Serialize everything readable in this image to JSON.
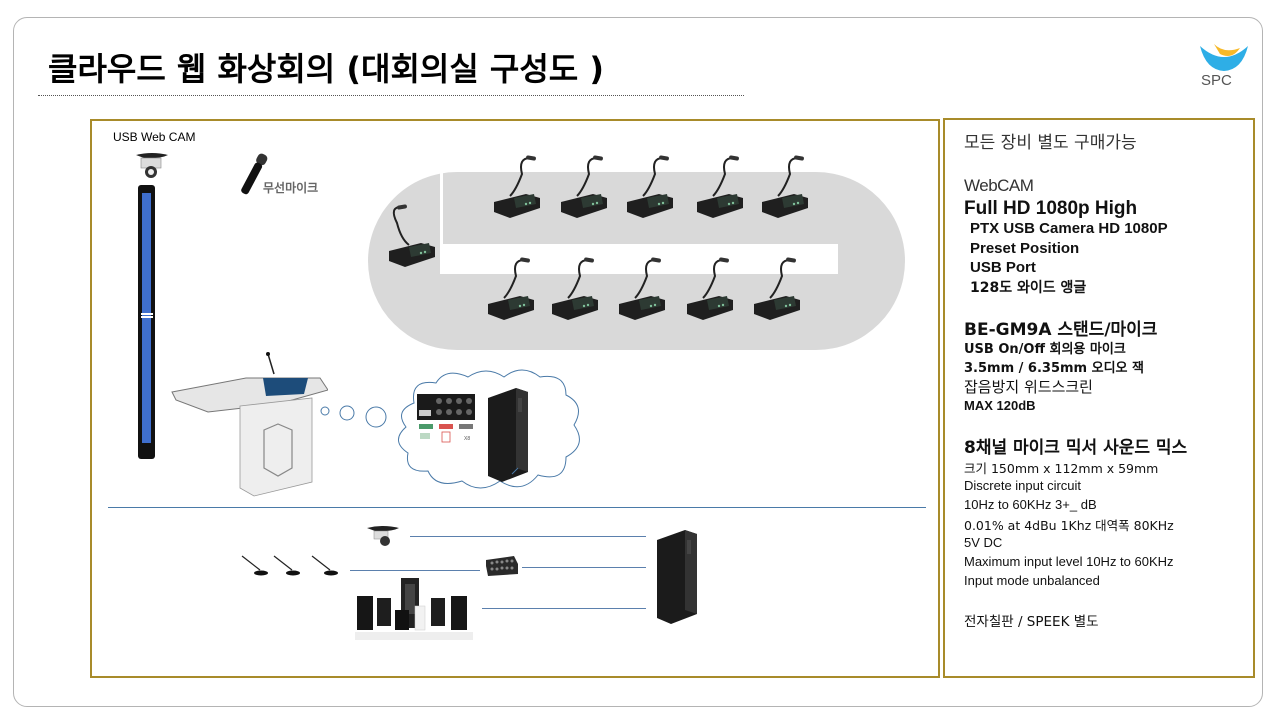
{
  "title": "클라우드 웹 화상회의 (대회의실 구성도 )",
  "logo": {
    "text": "SPC",
    "colors": {
      "primary": "#2eaee6",
      "accent": "#f7b928"
    }
  },
  "diagram": {
    "camera_label": "USB Web CAM",
    "wireless_mic_label": "무선마이크",
    "table_mic_count": 11,
    "lower_section": {
      "sources": [
        "camera",
        "conference-mics",
        "speakers"
      ],
      "mixer": "mic-mixer",
      "destination": "desktop-pc"
    }
  },
  "specs": {
    "heading": "모든 장비 별도 구매가능",
    "webcam": {
      "title": "WebCAM",
      "subtitle": "Full HD 1080p High",
      "items": [
        "PTX USB Camera HD 1080P",
        "Preset Position",
        "USB Port",
        "128도 와이드 앵글"
      ]
    },
    "mic": {
      "title": "BE-GM9A 스탠드/마이크",
      "items": [
        "USB On/Off 회의용 마이크",
        "3.5mm / 6.35mm 오디오 잭",
        "잡음방지 위드스크린",
        "MAX 120dB"
      ]
    },
    "mixer": {
      "title": "8채널 마이크 믹서 사운드 믹스",
      "items": [
        "크기 150mm x 112mm  x 59mm",
        "Discrete input circuit",
        "10Hz to 60KHz 3+_ dB",
        "0.01% at 4dBu 1Khz 대역폭 80KHz",
        "5V DC",
        "Maximum  input level 10Hz to 60KHz",
        "Input mode unbalanced"
      ]
    },
    "footer": "전자칠판 / SPEEK  별도"
  },
  "colors": {
    "frame_border": "#a88b2a",
    "screen_blue": "#3f6fce",
    "table_gray": "#d9d9d9",
    "wire_blue": "#5b80ad"
  }
}
